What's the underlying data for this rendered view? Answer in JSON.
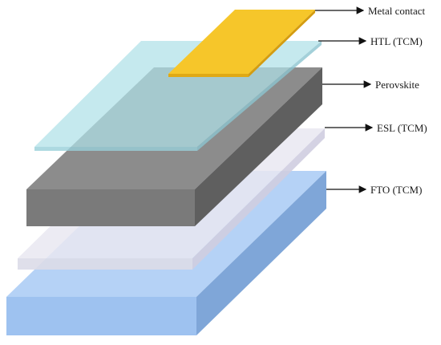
{
  "labels": {
    "metal_contact": "Metal contact",
    "htl": "HTL (TCM)",
    "perovskite": "Perovskite",
    "esl": "ESL (TCM)",
    "fto": "FTO (TCM)"
  },
  "layer_colors": {
    "metal_contact": "#f6c62a",
    "htl": "#a9d8e0",
    "perovskite": "#7a7a7a",
    "esl": "#e4e2ee",
    "fto": "#a9c8f2"
  }
}
